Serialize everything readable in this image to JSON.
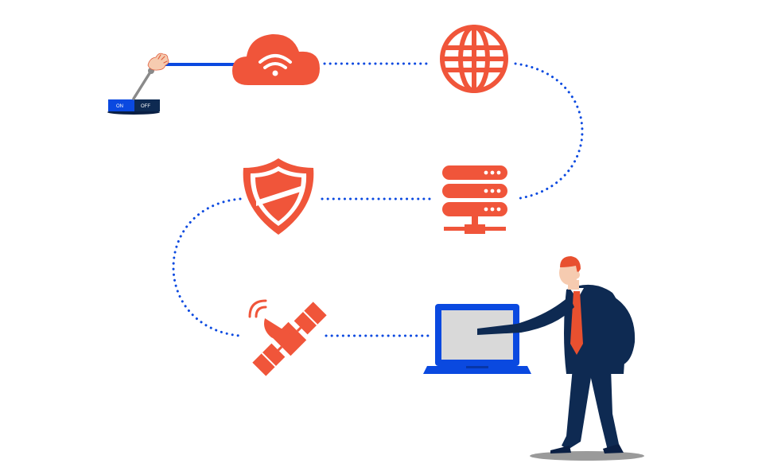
{
  "switch": {
    "on_label": "ON",
    "off_label": "OFF"
  },
  "colors": {
    "accent_orange": "#f0553a",
    "accent_blue": "#0a49e0",
    "suit_navy": "#0e2a52",
    "tie_orange": "#e8502f",
    "screen_gray": "#d9d9d9",
    "shadow_gray": "#9a9a9a",
    "skin": "#f6cbb0"
  },
  "icons": [
    "power-switch-icon",
    "cloud-wifi-icon",
    "globe-icon",
    "server-stack-icon",
    "shield-icon",
    "satellite-icon",
    "laptop-icon",
    "businessman-figure"
  ]
}
